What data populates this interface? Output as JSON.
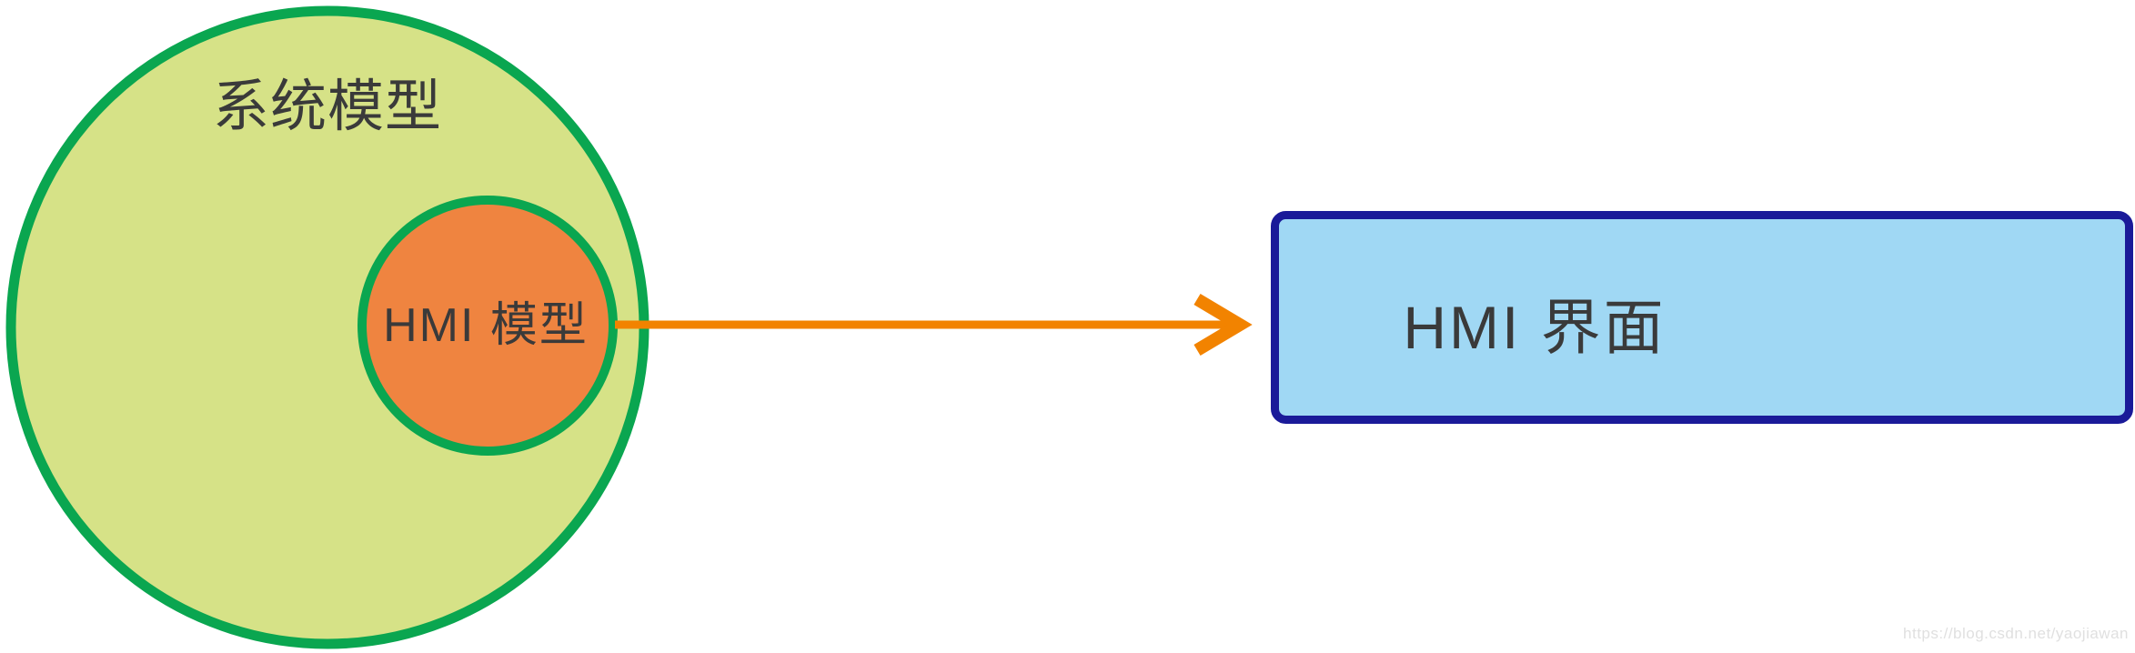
{
  "diagram": {
    "system_model_label": "系统模型",
    "hmi_model_label": "HMI 模型",
    "hmi_ui_label": "HMI 界面",
    "watermark_text": "https://blog.csdn.net/yaojiawan",
    "colors": {
      "system_circle_fill": "#d6e287",
      "system_circle_stroke": "#0aa650",
      "hmi_circle_fill": "#ef8440",
      "hmi_circle_stroke": "#0aa650",
      "arrow": "#f28300",
      "box_fill": "#a0d8f4",
      "box_stroke": "#1a1a99",
      "label_text": "#3a3a3a",
      "watermark_text_color": "#e0e0e0"
    }
  }
}
